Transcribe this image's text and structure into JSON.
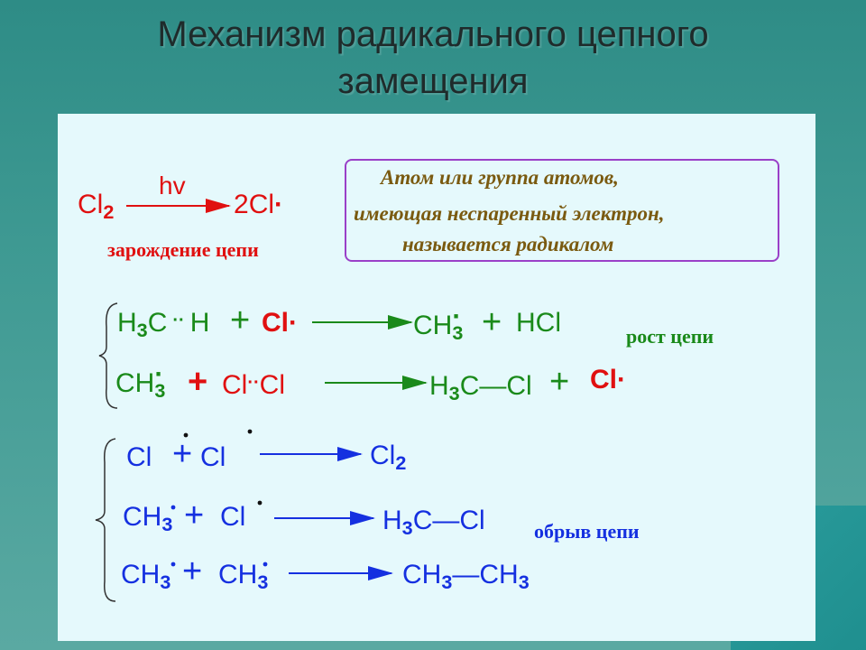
{
  "title_line1": "Механизм радикального цепного",
  "title_line2": "замещения",
  "definition": {
    "line1": "Атом или группа атомов,",
    "line2": "имеющая  неспаренный электрон,",
    "line3": "называется радикалом"
  },
  "initiation": {
    "label": "зарождение цепи",
    "reactant": "Cl",
    "reactant_sub": "2",
    "condition": "hv",
    "product_coef": "2",
    "product": "Cl",
    "radical_dot": "·"
  },
  "propagation": {
    "label": "рост цепи",
    "r1": {
      "a": "H",
      "a_sub": "3",
      "b": "C",
      "dots": "··",
      "c": "H",
      "plus": "+",
      "d": "Cl",
      "dot": "·",
      "p1": "CH",
      "p1_sub": "3",
      "p1_dot": "·",
      "plus2": "+",
      "p2a": "H",
      "p2b": "Cl"
    },
    "r2": {
      "a": "CH",
      "a_sub": "3",
      "a_dot": "·",
      "plus": "+",
      "b": "Cl",
      "dots": "··",
      "c": "Cl",
      "p1a": "H",
      "p1_sub": "3",
      "p1b": "C",
      "dash": "—",
      "p1c": "Cl",
      "plus2": "+",
      "p2": "Cl",
      "p2_dot": "·"
    }
  },
  "termination": {
    "label": "обрыв цепи",
    "r1": {
      "a": "Cl",
      "plus": "+",
      "b": "Cl",
      "p": "Cl",
      "p_sub": "2"
    },
    "r2": {
      "a": "CH",
      "a_sub": "3",
      "plus": "+",
      "b": "Cl",
      "pa": "H",
      "p_sub": "3",
      "pb": "C",
      "dash": "—",
      "pc": "Cl"
    },
    "r3": {
      "a": "CH",
      "a_sub": "3",
      "plus": "+",
      "b": "CH",
      "b_sub": "3",
      "p1": "CH",
      "p1_sub": "3",
      "dash": "—",
      "p2": "CH",
      "p2_sub": "3"
    }
  },
  "colors": {
    "red": "#e01010",
    "green": "#1a8a1a",
    "blue": "#1530e0",
    "label_brown": "#7a5a10",
    "box_border": "#9a40c8",
    "panel_bg": "#e5f9fc"
  }
}
